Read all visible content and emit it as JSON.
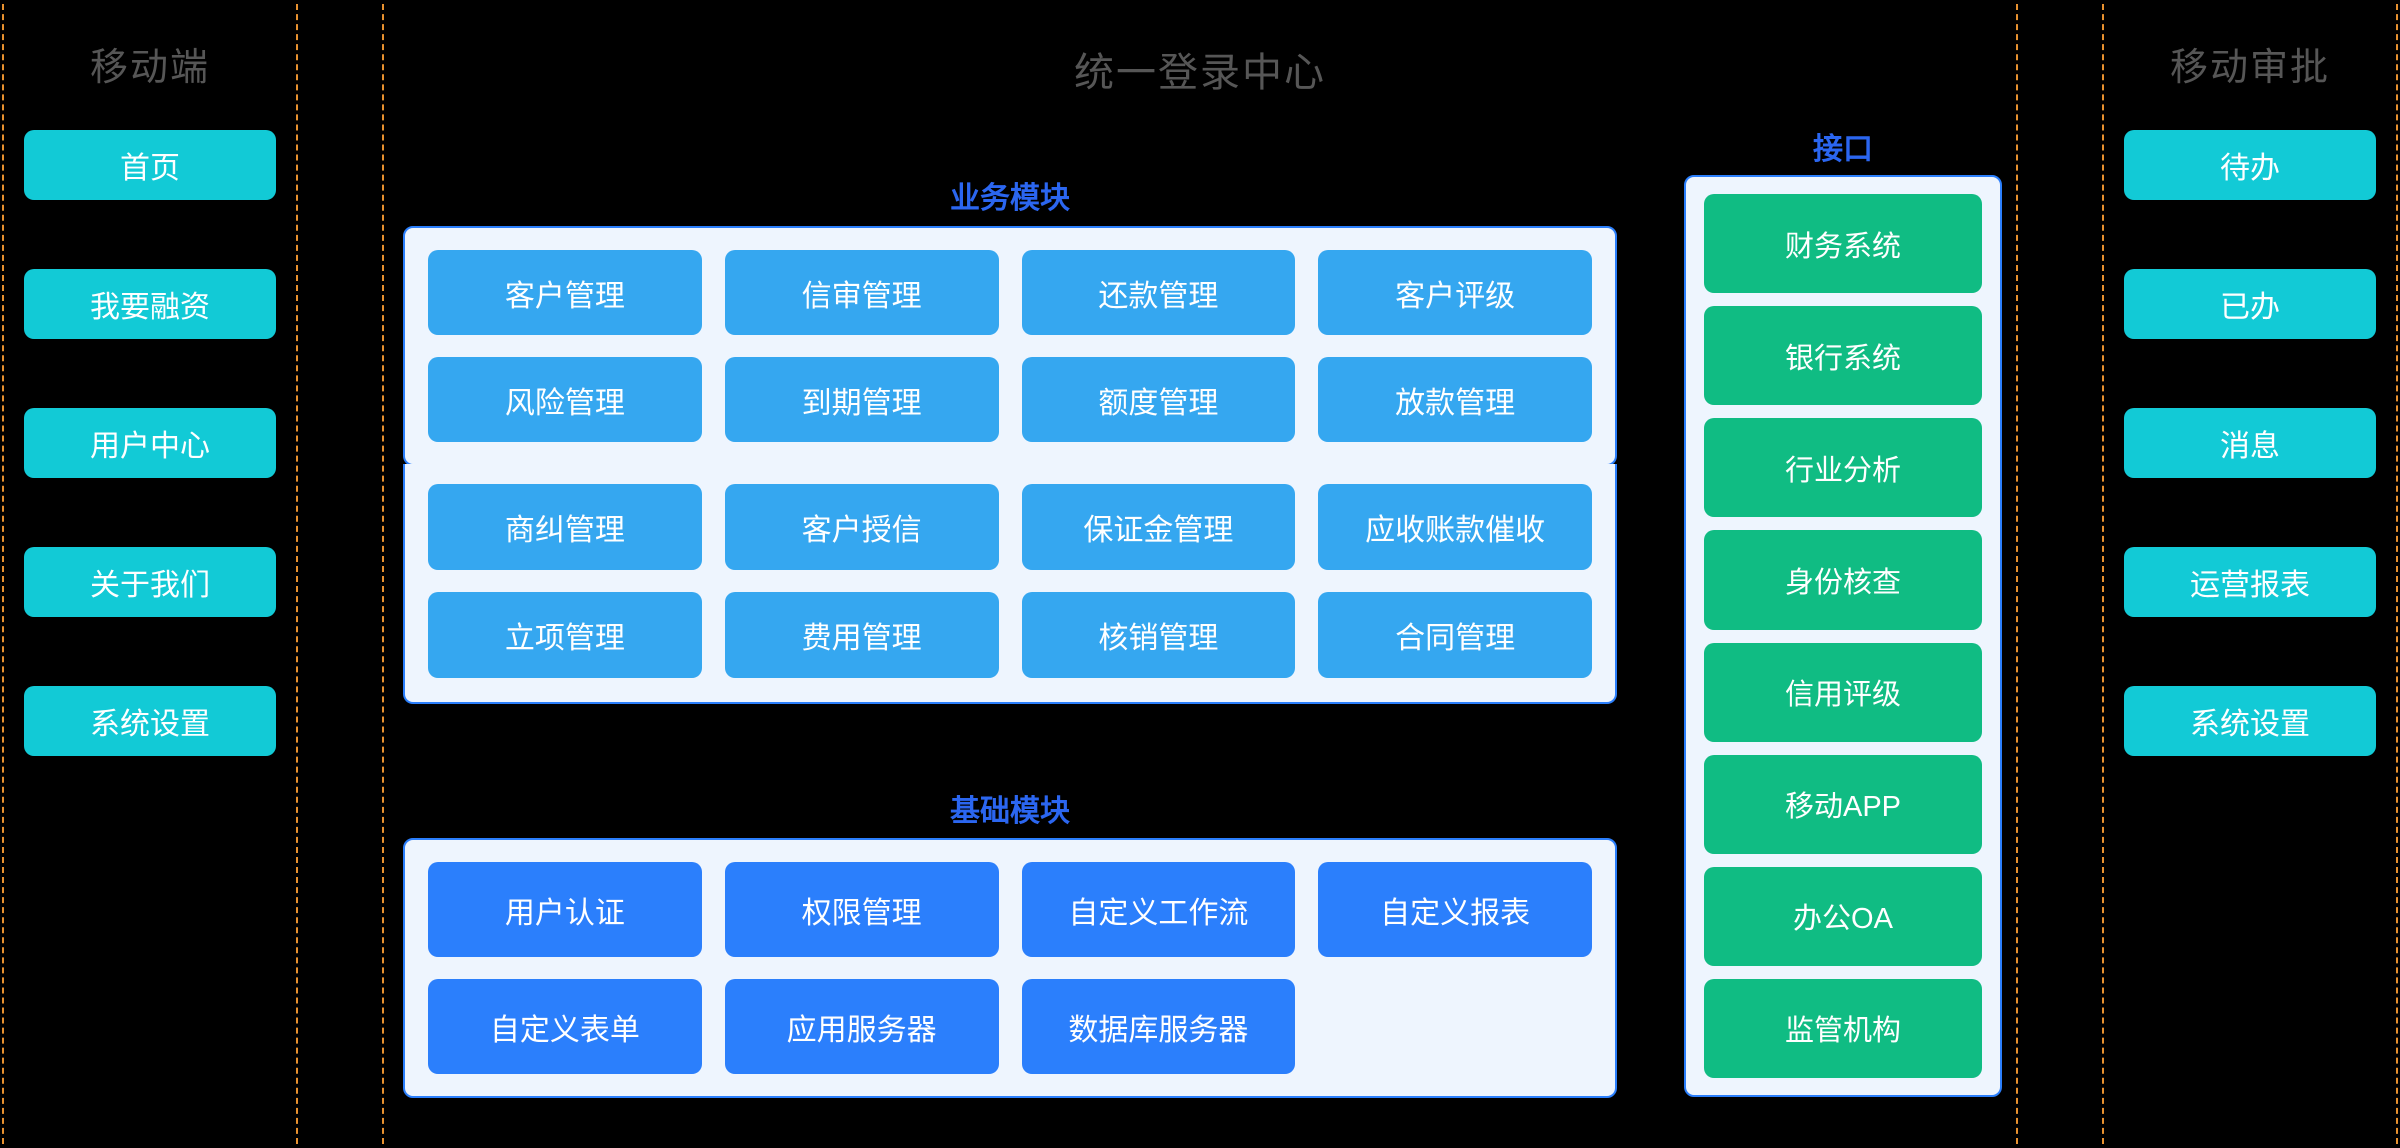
{
  "theme": {
    "background": "#000000",
    "panel_border": "#E8912F",
    "panel_title_color": "#565656",
    "section_label_color": "#2B66F0",
    "side_button_color": "#12CAD6",
    "business_module_color": "#35A7F0",
    "base_module_color": "#2B7FFC",
    "interface_button_color": "#10BC83",
    "card_panel_background": "#EEF5FE",
    "card_panel_border": "#2B7FFC"
  },
  "mobile_panel": {
    "title": "移动端",
    "items": [
      {
        "label": "首页"
      },
      {
        "label": "我要融资"
      },
      {
        "label": "用户中心"
      },
      {
        "label": "关于我们"
      },
      {
        "label": "系统设置"
      }
    ]
  },
  "center_panel": {
    "title": "统一登录中心",
    "business_section": {
      "label": "业务模块",
      "modules": [
        {
          "label": "客户管理"
        },
        {
          "label": "信审管理"
        },
        {
          "label": "还款管理"
        },
        {
          "label": "客户评级"
        },
        {
          "label": "风险管理"
        },
        {
          "label": "到期管理"
        },
        {
          "label": "额度管理"
        },
        {
          "label": "放款管理"
        },
        {
          "label": "商纠管理"
        },
        {
          "label": "客户授信"
        },
        {
          "label": "保证金管理"
        },
        {
          "label": "应收账款催收"
        },
        {
          "label": "立项管理"
        },
        {
          "label": "费用管理"
        },
        {
          "label": "核销管理"
        },
        {
          "label": "合同管理"
        }
      ]
    },
    "base_section": {
      "label": "基础模块",
      "modules": [
        {
          "label": "用户认证"
        },
        {
          "label": "权限管理"
        },
        {
          "label": "自定义工作流"
        },
        {
          "label": "自定义报表"
        },
        {
          "label": "自定义表单"
        },
        {
          "label": "应用服务器"
        },
        {
          "label": "数据库服务器"
        }
      ]
    },
    "interface_section": {
      "label": "接口",
      "items": [
        {
          "label": "财务系统"
        },
        {
          "label": "银行系统"
        },
        {
          "label": "行业分析"
        },
        {
          "label": "身份核查"
        },
        {
          "label": "信用评级"
        },
        {
          "label": "移动APP"
        },
        {
          "label": "办公OA"
        },
        {
          "label": "监管机构"
        }
      ]
    }
  },
  "approval_panel": {
    "title": "移动审批",
    "items": [
      {
        "label": "待办"
      },
      {
        "label": "已办"
      },
      {
        "label": "消息"
      },
      {
        "label": "运营报表"
      },
      {
        "label": "系统设置"
      }
    ]
  }
}
